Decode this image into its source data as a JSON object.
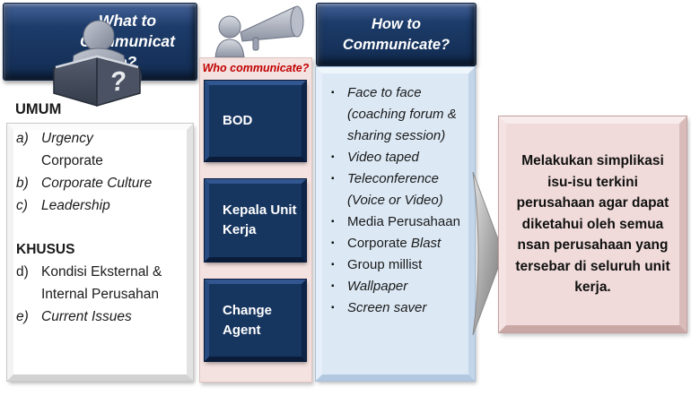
{
  "colors": {
    "navy": "#17375E",
    "red_label": "#C00000",
    "pink_panel": "#F0DBDA",
    "pink_column": "#F4E2E0",
    "light_blue_panel": "#DCE9F5",
    "arrow_gray": "#8C8C8C"
  },
  "left": {
    "header": "What to Communicate?",
    "section1_title": "UMUM",
    "item_a": {
      "marker": "a)",
      "line1": "Urgency",
      "line2": "Corporate"
    },
    "item_b": {
      "marker": "b)",
      "text": "Corporate Culture"
    },
    "item_c": {
      "marker": "c)",
      "text": "Leadership"
    },
    "section2_title": "KHUSUS",
    "item_d": {
      "marker": "d)",
      "text": "Kondisi Eksternal & Internal Perusahan"
    },
    "item_e": {
      "marker": "e)",
      "text": "Current Issues"
    }
  },
  "who": {
    "label": "Who communicate?",
    "boxes": [
      {
        "label": "BOD"
      },
      {
        "label": "Kepala Unit Kerja"
      },
      {
        "label": "Change Agent"
      }
    ]
  },
  "how": {
    "header": "How to Communicate?",
    "bullet": "▪",
    "items": [
      {
        "text": "Face to face (coaching forum & sharing session)"
      },
      {
        "text": "Video taped"
      },
      {
        "text": "Teleconference (Voice or Video)"
      },
      {
        "text": "Media Perusahaan"
      },
      {
        "prefix": "Corporate ",
        "em": "Blast"
      },
      {
        "text": "Group millist"
      },
      {
        "text": "Wallpaper"
      },
      {
        "text": "Screen saver"
      }
    ]
  },
  "result": {
    "text": "Melakukan simplikasi isu-isu terkini perusahaan agar dapat diketahui oleh semua nsan perusahaan yang tersebar di seluruh unit kerja."
  }
}
